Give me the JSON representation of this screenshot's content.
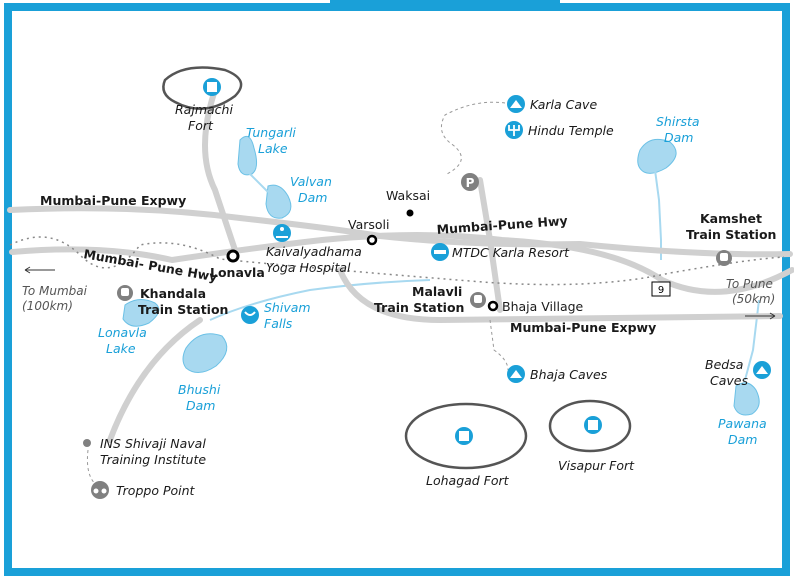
{
  "colors": {
    "frame": "#1aa0d8",
    "water": "#a8d9f0",
    "water_label": "#1aa0d8",
    "road": "#d0d0d0",
    "rail": "#888888",
    "poi": "#1aa0d8",
    "poi_gray": "#808080"
  },
  "places": {
    "rajmachi": {
      "line1": "Rajmachi",
      "line2": "Fort"
    },
    "tungarli": {
      "line1": "Tungarli",
      "line2": "Lake"
    },
    "valvan": {
      "line1": "Valvan",
      "line2": "Dam"
    },
    "waksai": "Waksai",
    "varsoli": "Varsoli",
    "karla_cave": "Karla Cave",
    "hindu_temple": "Hindu Temple",
    "shirsta": {
      "line1": "Shirsta",
      "line2": "Dam"
    },
    "lonavla": "Lonavla",
    "kaivalyadhama": {
      "line1": "Kaivalyadhama",
      "line2": "Yoga Hospital"
    },
    "mtdc": "MTDC Karla Resort",
    "kamshet": {
      "line1": "Kamshet",
      "line2": "Train Station"
    },
    "to_mumbai": {
      "line1": "To Mumbai",
      "line2": "(100km)"
    },
    "khandala": {
      "line1": "Khandala",
      "line2": "Train Station"
    },
    "shivam": {
      "line1": "Shivam",
      "line2": "Falls"
    },
    "malavli": {
      "line1": "Malavli",
      "line2": "Train Station"
    },
    "bhaja_village": "Bhaja Village",
    "to_pune": {
      "line1": "To Pune",
      "line2": "(50km)"
    },
    "lonavla_lake": {
      "line1": "Lonavla",
      "line2": "Lake"
    },
    "bhushi": {
      "line1": "Bhushi",
      "line2": "Dam"
    },
    "bhaja_caves": "Bhaja Caves",
    "bedsa": {
      "line1": "Bedsa",
      "line2": "Caves"
    },
    "pawana": {
      "line1": "Pawana",
      "line2": "Dam"
    },
    "ins_shivaji": {
      "line1": "INS Shivaji Naval",
      "line2": "Training Institute"
    },
    "troppo": "Troppo Point",
    "lohagad": "Lohagad Fort",
    "visapur": "Visapur Fort"
  },
  "roads": {
    "expwy_west": "Mumbai-Pune Expwy",
    "hwy_west": "Mumbai- Pune Hwy",
    "hwy_center": "Mumbai-Pune Hwy",
    "expwy_east": "Mumbai-Pune Expwy",
    "route_number": "9"
  },
  "icons": {
    "fort": "fort-icon",
    "cave": "cave-icon",
    "temple": "trident-icon",
    "parking": "parking-icon",
    "hospital": "yoga-icon",
    "hotel": "hotel-bed-icon",
    "train": "train-icon",
    "falls": "waterfall-icon",
    "viewpoint": "binoculars-icon"
  }
}
